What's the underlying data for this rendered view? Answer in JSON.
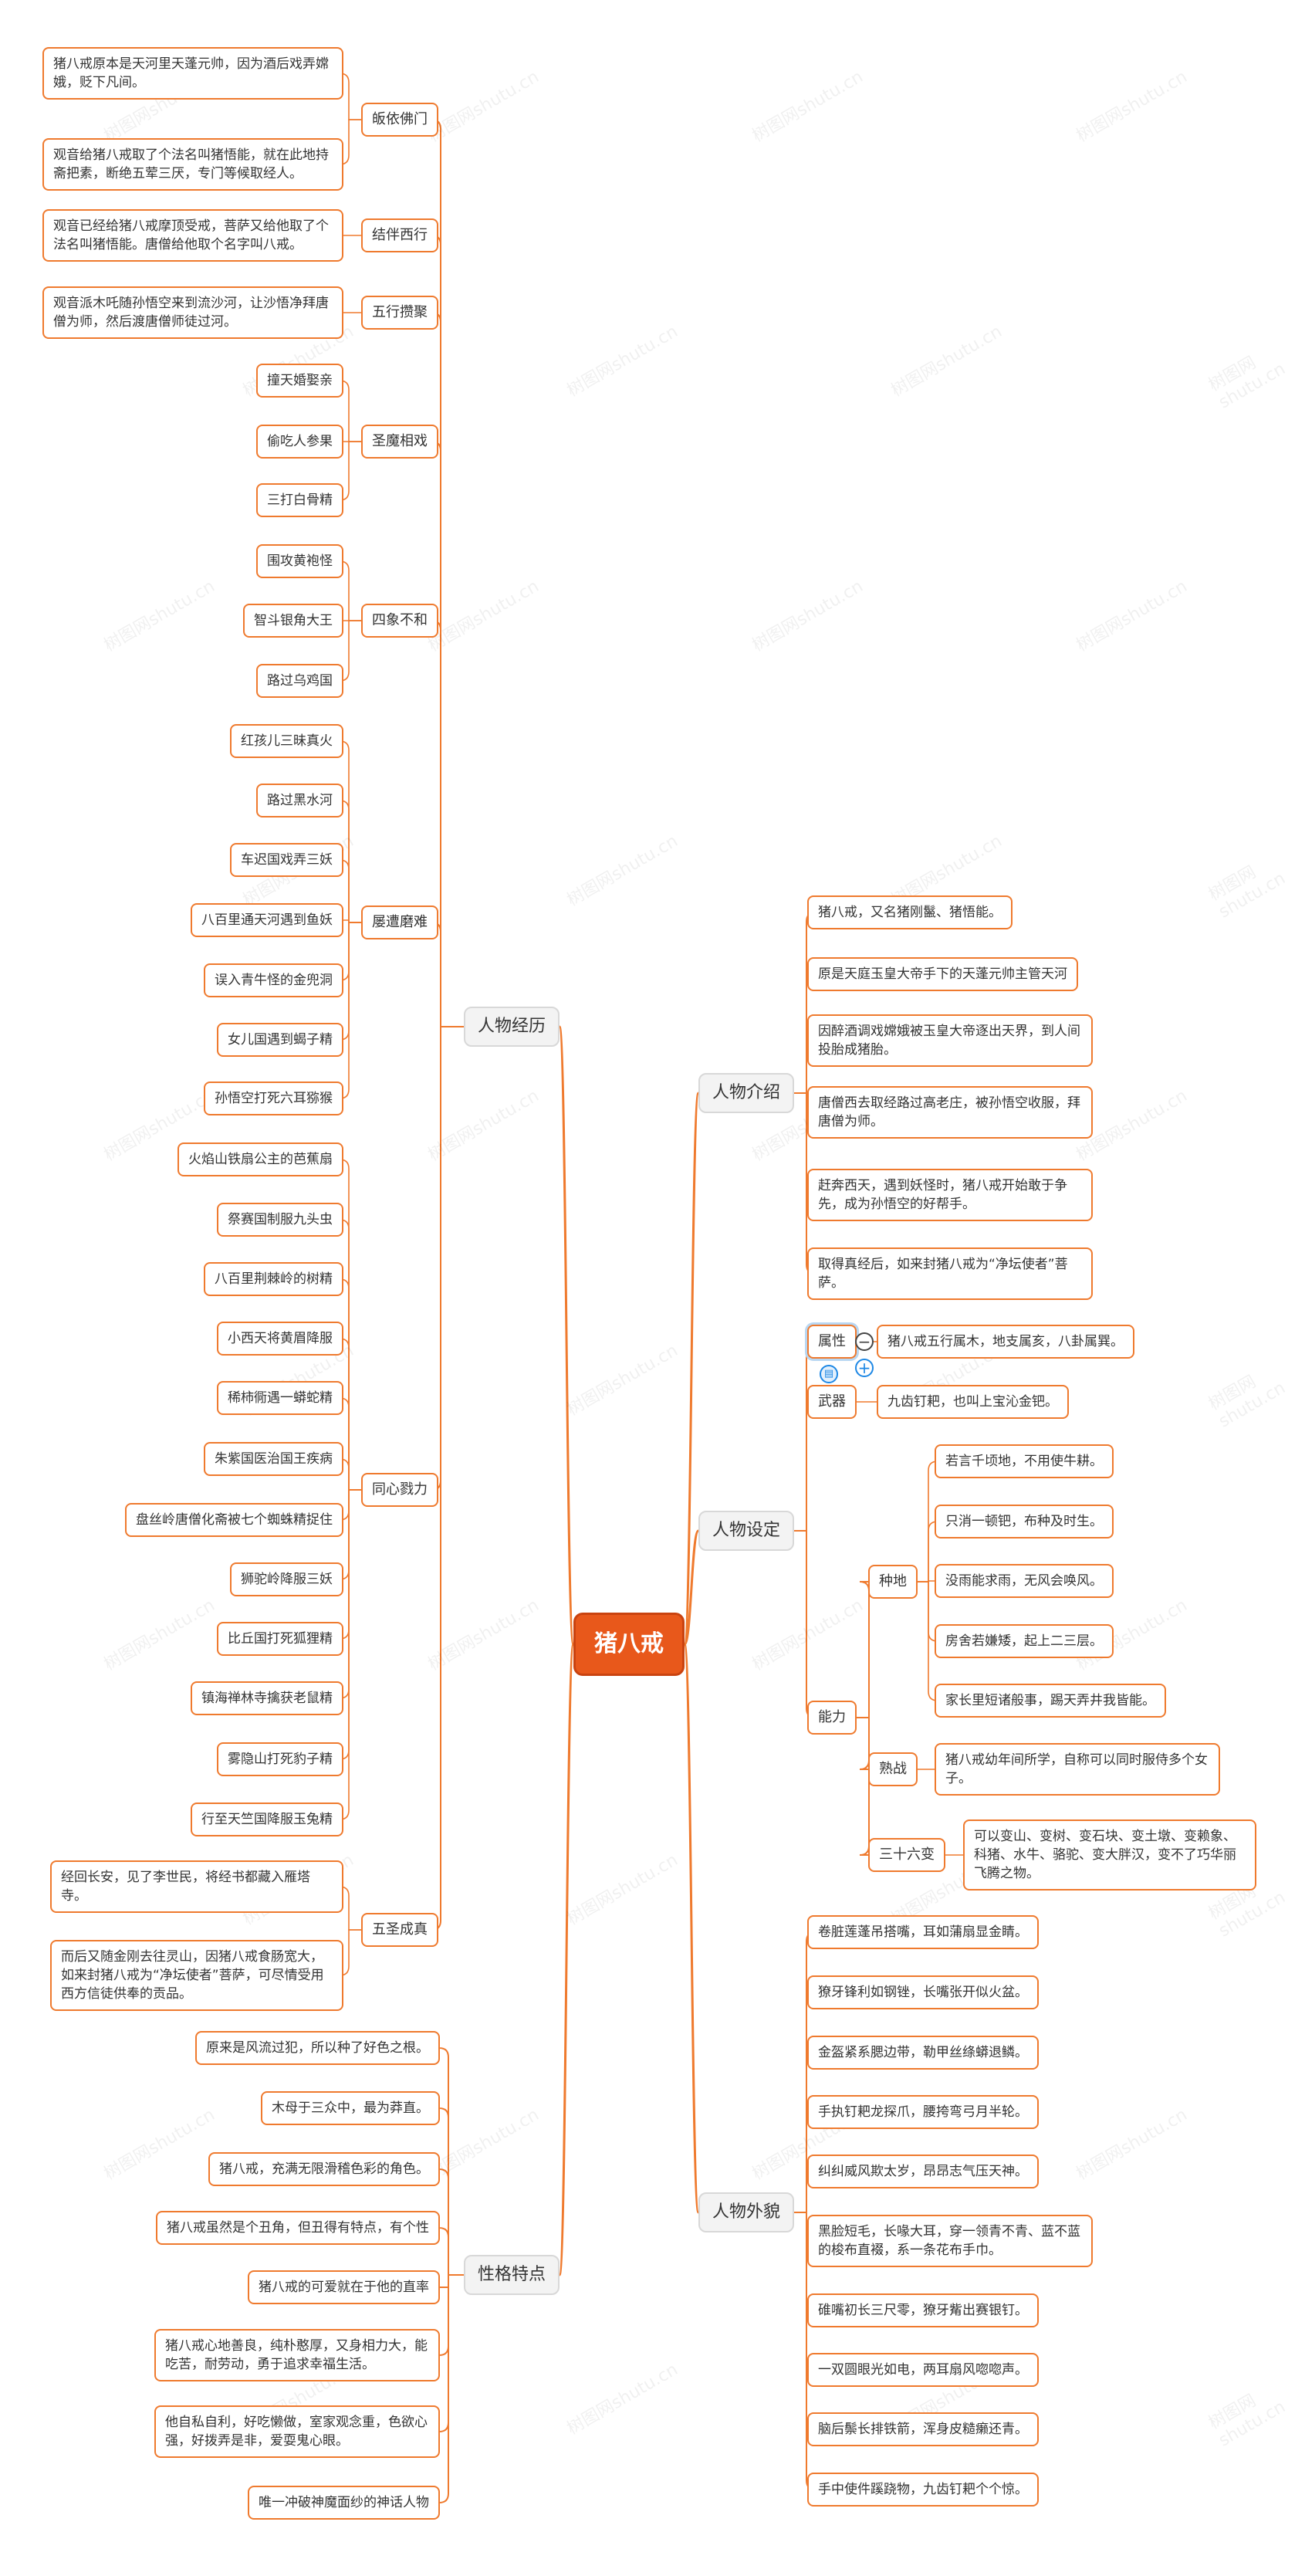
{
  "colors": {
    "line": "#ef7a2e",
    "root_fill": "#e8581b",
    "l1_fill": "#f3f3f3"
  },
  "root": {
    "label": "猪八戒"
  },
  "watermark": "树图网shutu.cn",
  "left": [
    {
      "label": "人物经历",
      "children": [
        {
          "label": "皈依佛门",
          "children": [
            "猪八戒原本是天河里天蓬元帅，因为酒后戏弄嫦娥，贬下凡间。",
            "观音给猪八戒取了个法名叫猪悟能，就在此地持斋把素，断绝五荤三厌，专门等候取经人。"
          ]
        },
        {
          "label": "结伴西行",
          "children": [
            "观音已经给猪八戒摩顶受戒，菩萨又给他取了个法名叫猪悟能。唐僧给他取个名字叫八戒。"
          ]
        },
        {
          "label": "五行攒聚",
          "children": [
            "观音派木吒随孙悟空来到流沙河，让沙悟净拜唐僧为师，然后渡唐僧师徒过河。"
          ]
        },
        {
          "label": "圣魔相戏",
          "children": [
            "撞天婚娶亲",
            "偷吃人参果",
            "三打白骨精"
          ]
        },
        {
          "label": "四象不和",
          "children": [
            "围攻黄袍怪",
            "智斗银角大王",
            "路过乌鸡国"
          ]
        },
        {
          "label": "屡遭磨难",
          "children": [
            "红孩儿三昧真火",
            "路过黑水河",
            "车迟国戏弄三妖",
            "八百里通天河遇到鱼妖",
            "误入青牛怪的金兜洞",
            "女儿国遇到蝎子精",
            "孙悟空打死六耳猕猴"
          ]
        },
        {
          "label": "同心戮力",
          "children": [
            "火焰山铁扇公主的芭蕉扇",
            "祭赛国制服九头虫",
            "八百里荆棘岭的树精",
            "小西天将黄眉降服",
            "稀柿衕遇一蟒蛇精",
            "朱紫国医治国王疾病",
            "盘丝岭唐僧化斋被七个蜘蛛精捉住",
            "狮驼岭降服三妖",
            "比丘国打死狐狸精",
            "镇海禅林寺擒获老鼠精",
            "雾隐山打死豹子精",
            "行至天竺国降服玉兔精"
          ]
        },
        {
          "label": "五圣成真",
          "children": [
            "经回长安，见了李世民，将经书都藏入雁塔寺。",
            "而后又随金刚去往灵山，因猪八戒食肠宽大，如来封猪八戒为“净坛使者”菩萨，可尽情受用西方信徒供奉的贡品。"
          ]
        }
      ]
    },
    {
      "label": "性格特点",
      "children": [
        "原来是风流过犯，所以种了好色之根。",
        "木母于三众中，最为莽直。",
        "猪八戒，充满无限滑稽色彩的角色。",
        "猪八戒虽然是个丑角，但丑得有特点，有个性",
        "猪八戒的可爱就在于他的直率",
        "猪八戒心地善良，纯朴憨厚，又身相力大，能吃苦，耐劳动，勇于追求幸福生活。",
        "他自私自利，好吃懒做，室家观念重，色欲心强，好拨弄是非，爱耍鬼心眼。",
        "唯一冲破神魔面纱的神话人物"
      ]
    }
  ],
  "right": [
    {
      "label": "人物介绍",
      "children": [
        "猪八戒，又名猪刚鬣、猪悟能。",
        "原是天庭玉皇大帝手下的天蓬元帅主管天河",
        "因醉酒调戏嫦娥被玉皇大帝逐出天界，到人间投胎成猪胎。",
        "唐僧西去取经路过高老庄，被孙悟空收服，拜唐僧为师。",
        "赶奔西天，遇到妖怪时，猪八戒开始敢于争先，成为孙悟空的好帮手。",
        "取得真经后，如来封猪八戒为“净坛使者”菩萨。"
      ]
    },
    {
      "label": "人物设定",
      "children": [
        {
          "label": "属性",
          "children": [
            "猪八戒五行属木，地支属亥，八卦属巽。"
          ]
        },
        {
          "label": "武器",
          "children": [
            "九齿钉耙，也叫上宝沁金钯。"
          ]
        },
        {
          "label": "能力",
          "children": [
            {
              "label": "种地",
              "children": [
                "若言千顷地，不用使牛耕。",
                "只消一顿钯，布种及时生。",
                "没雨能求雨，无风会唤风。",
                "房舍若嫌矮，起上二三层。",
                "家长里短诸般事，踢天弄井我皆能。"
              ]
            },
            {
              "label": "熟战",
              "children": [
                "猪八戒幼年间所学，自称可以同时服侍多个女子。"
              ]
            },
            {
              "label": "三十六变",
              "children": [
                "可以变山、变树、变石块、变土墩、变赖象、科猪、水牛、骆驼、变大胖汉，变不了巧华丽飞腾之物。"
              ]
            }
          ]
        }
      ]
    },
    {
      "label": "人物外貌",
      "children": [
        "卷脏莲蓬吊搭嘴，耳如蒲扇显金睛。",
        "獠牙锋利如钢锉，长嘴张开似火盆。",
        "金盔紧系腮边带，勒甲丝绦蟒退鳞。",
        "手执钉耙龙探爪，腰挎弯弓月半轮。",
        "纠纠威风欺太岁，昂昂志气压天神。",
        "黑脸短毛，长喙大耳，穿一领青不青、蓝不蓝的梭布直裰，系一条花布手巾。",
        "碓嘴初长三尺零，獠牙觜出赛银钉。",
        "一双圆眼光如电，两耳扇风唿唿声。",
        "脑后鬃长排铁箭，浑身皮糙癞还青。",
        "手中使件蹊跷物，九齿钉耙个个惊。"
      ]
    }
  ]
}
